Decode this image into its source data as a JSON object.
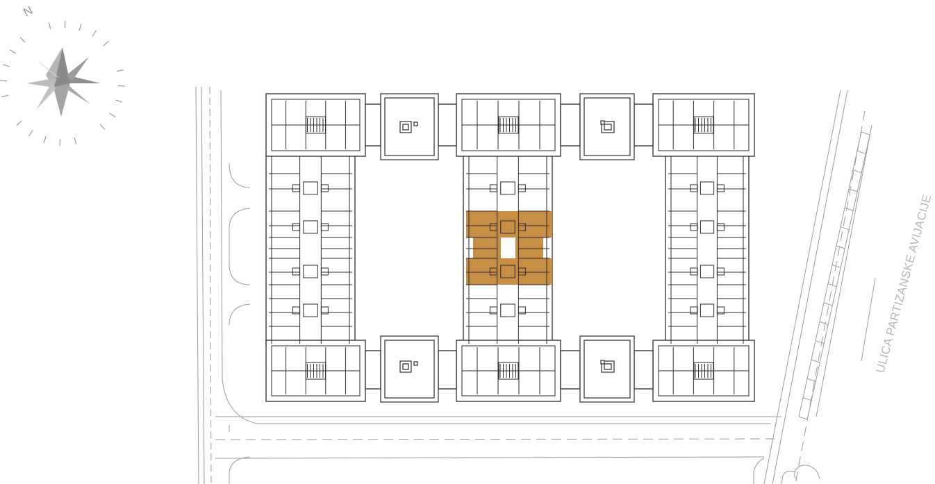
{
  "compass": {
    "north_label": "N",
    "icon": "compass-rose-icon"
  },
  "street": {
    "name": "ULICA PARTIZANSKE AVIJACIJE"
  },
  "colors": {
    "background": "#ffffff",
    "walls": "#2a2a2a",
    "outline": "#555555",
    "road_lines": "#9a9a9a",
    "highlight": "#c98e45",
    "street_label": "#b8b8b8",
    "compass_dark": "#8a8a8a",
    "compass_light": "#bdbdbd"
  },
  "plan": {
    "wings": [
      "left-wing",
      "center-wing",
      "right-wing"
    ],
    "courtyards": [
      "courtyard-top-left",
      "courtyard-top-right",
      "courtyard-bottom-left",
      "courtyard-bottom-right"
    ],
    "highlighted_units": [
      "unit-center-upper",
      "unit-center-lower"
    ]
  }
}
